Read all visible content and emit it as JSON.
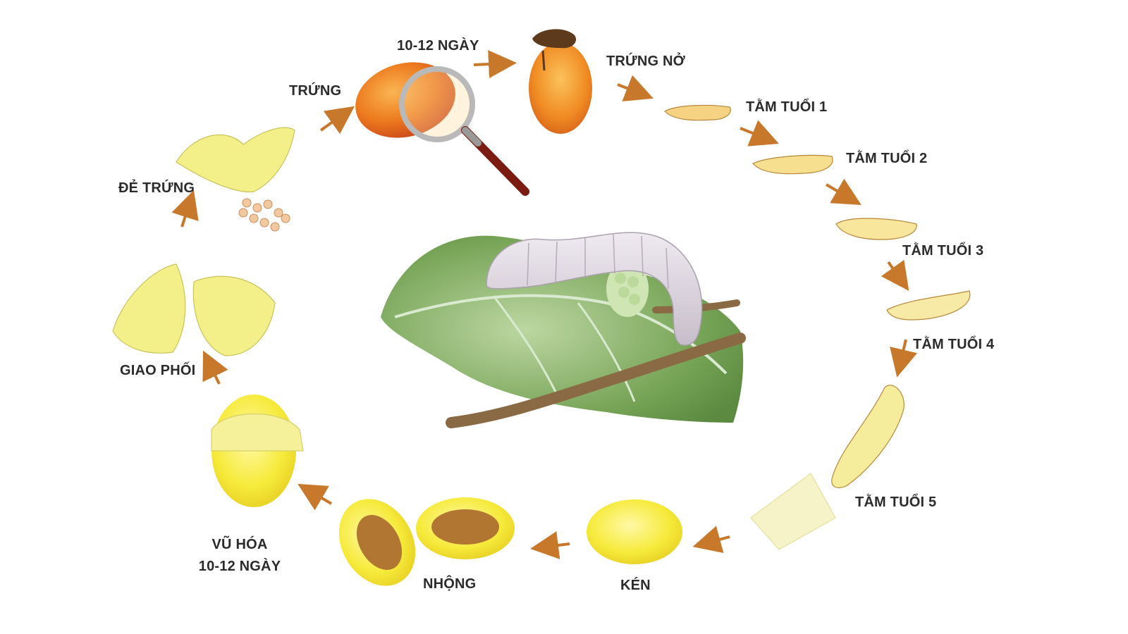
{
  "colors": {
    "arrow": "#c7782a",
    "egg_orange": "#e8731a",
    "larva": "#f2e08a",
    "cocoon_yellow": "#f5e63c",
    "moth_yellow": "#f3f08a",
    "leaf_green": "#6f9a4e",
    "silkworm": "#d9d3dc",
    "label_text": "#2b2b2b"
  },
  "stages": {
    "egg": "TRỨNG",
    "incubation": "10-12 NGÀY",
    "hatching": "TRỨNG NỞ",
    "instar1": "TẰM TUỔI 1",
    "instar2": "TẰM TUỔI 2",
    "instar3": "TẰM TUỔI 3",
    "instar4": "TẰM TUỔI 4",
    "instar5": "TẰM TUỔI 5",
    "cocoon": "KÉN",
    "pupa": "NHỘNG",
    "emergence_line1": "VŨ HÓA",
    "emergence_line2": "10-12 NGÀY",
    "mating": "GIAO PHỐI",
    "laying": "ĐẺ TRỨNG"
  },
  "icons": {
    "magnifier": "magnifying-glass-icon",
    "moth": "moth-icon",
    "larva": "larva-icon",
    "cocoon": "cocoon-icon",
    "pupa": "pupa-icon",
    "leaf": "mulberry-leaf-icon",
    "silkworm": "silkworm-icon"
  }
}
